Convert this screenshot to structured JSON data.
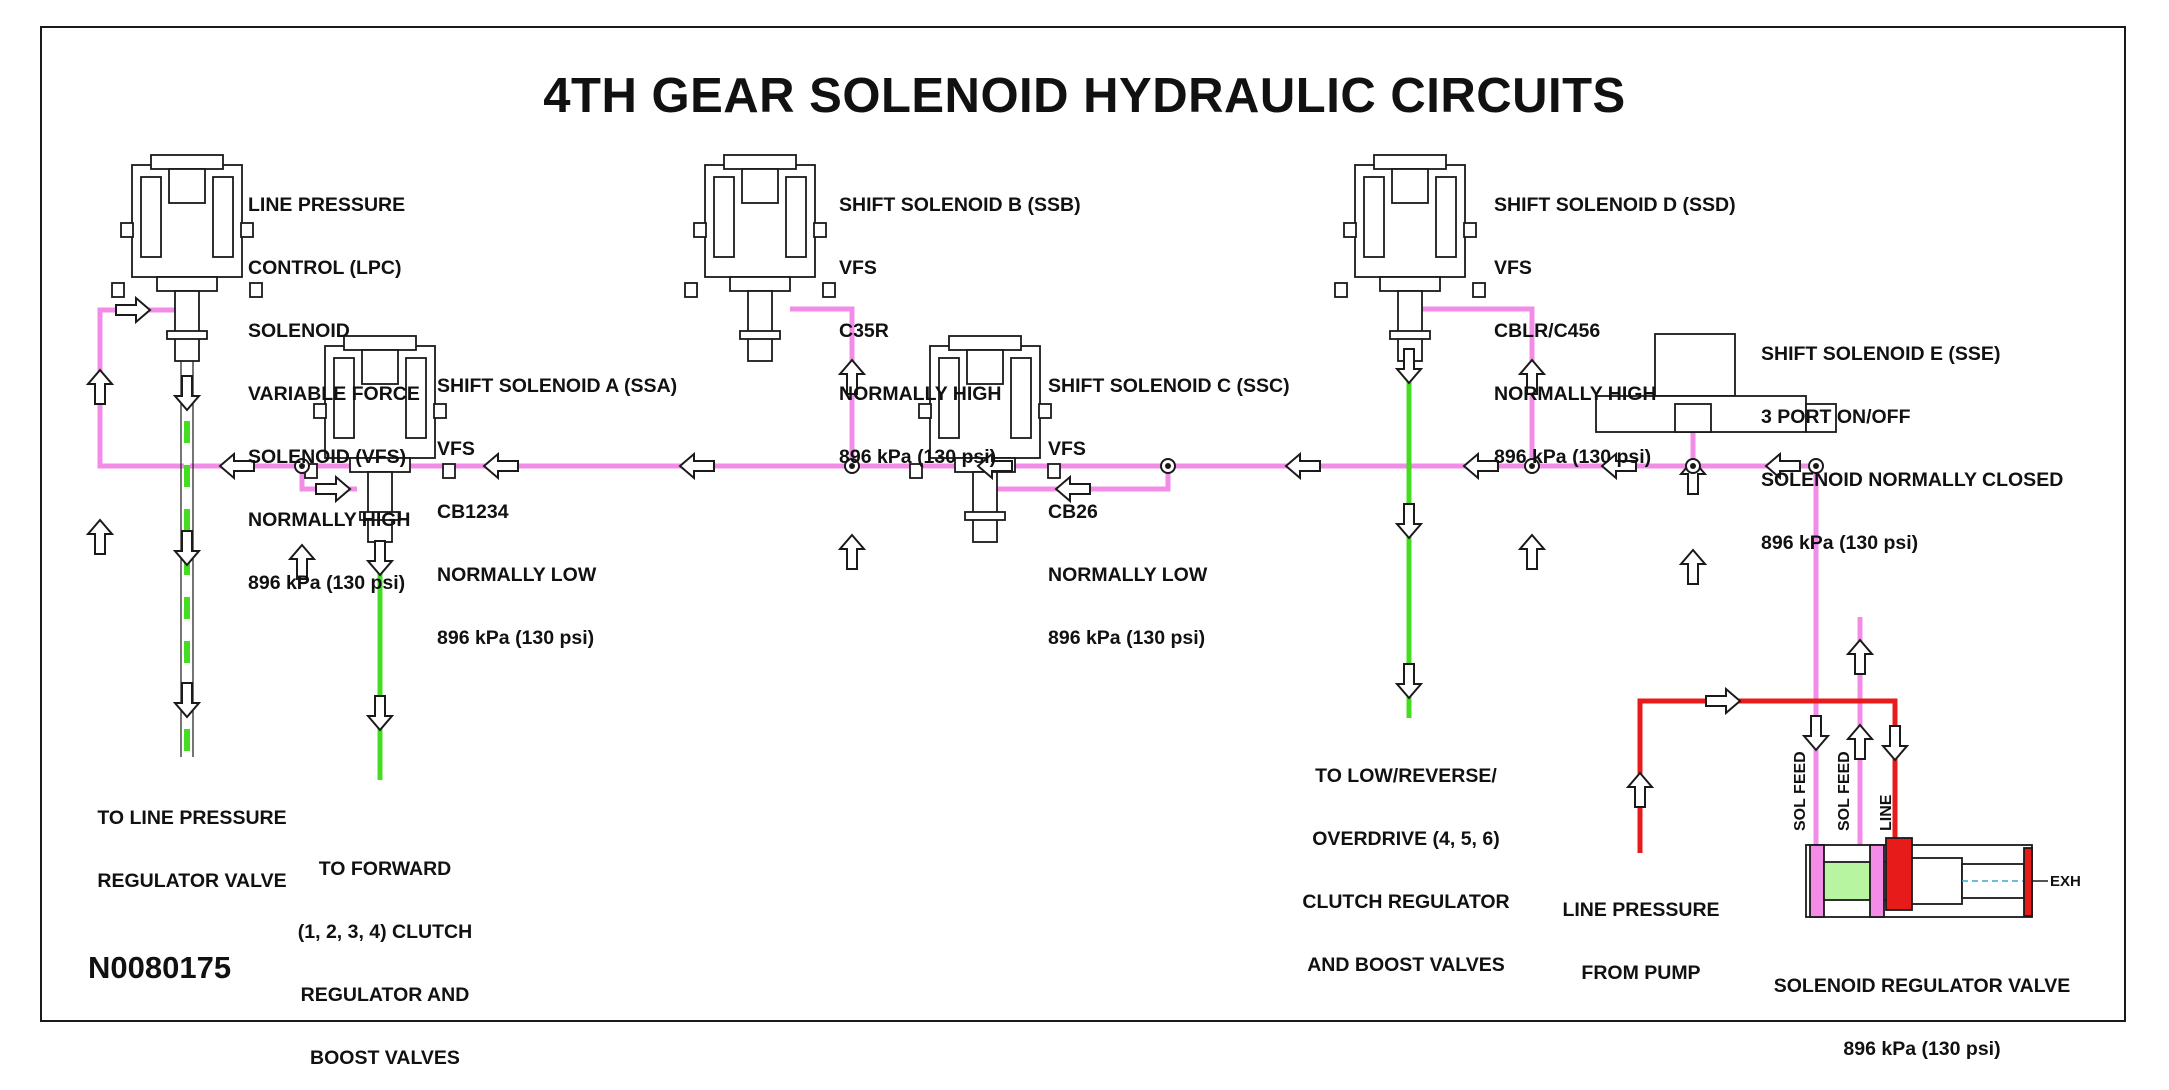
{
  "title": "4TH GEAR SOLENOID HYDRAULIC CIRCUITS",
  "figure_id": "N0080175",
  "colors": {
    "solenoid_pressure": "#f28ce6",
    "output": "#44dd22",
    "line_pressure": "#e81b1b",
    "outline": "#1a1a1a",
    "valve_spool": "#b8f5a0"
  },
  "solenoids": {
    "lpc": [
      "LINE PRESSURE",
      "CONTROL (LPC)",
      "SOLENOID",
      "VARIABLE FORCE",
      "SOLENOID (VFS)",
      "NORMALLY HIGH",
      "896 kPa (130 psi)"
    ],
    "ssa": [
      "SHIFT SOLENOID A (SSA)",
      "VFS",
      "CB1234",
      "NORMALLY LOW",
      "896 kPa (130 psi)"
    ],
    "ssb": [
      "SHIFT SOLENOID B (SSB)",
      "VFS",
      "C35R",
      "NORMALLY HIGH",
      "896 kPa (130 psi)"
    ],
    "ssc": [
      "SHIFT SOLENOID C (SSC)",
      "VFS",
      "CB26",
      "NORMALLY LOW",
      "896 kPa (130 psi)"
    ],
    "ssd": [
      "SHIFT SOLENOID D (SSD)",
      "VFS",
      "CBLR/C456",
      "NORMALLY HIGH",
      "896 kPa (130 psi)"
    ],
    "sse": [
      "SHIFT SOLENOID E (SSE)",
      "3 PORT ON/OFF",
      "SOLENOID NORMALLY CLOSED",
      "896 kPa (130 psi)"
    ]
  },
  "destinations": {
    "line_pressure_regulator": [
      "TO LINE PRESSURE",
      "REGULATOR VALVE"
    ],
    "forward_clutch": [
      "TO FORWARD",
      "(1, 2, 3, 4) CLUTCH",
      "REGULATOR AND",
      "BOOST VALVES"
    ],
    "low_reverse": [
      "TO LOW/REVERSE/",
      "OVERDRIVE (4, 5, 6)",
      "CLUTCH REGULATOR",
      "AND BOOST VALVES"
    ],
    "pump": [
      "LINE PRESSURE",
      "FROM PUMP"
    ],
    "regulator_valve": [
      "SOLENOID REGULATOR VALVE",
      "896 kPa (130 psi)"
    ]
  },
  "port_labels": {
    "sol_feed_1": "SOL FEED",
    "sol_feed_2": "SOL FEED",
    "line": "LINE",
    "exhaust": "EXH"
  }
}
